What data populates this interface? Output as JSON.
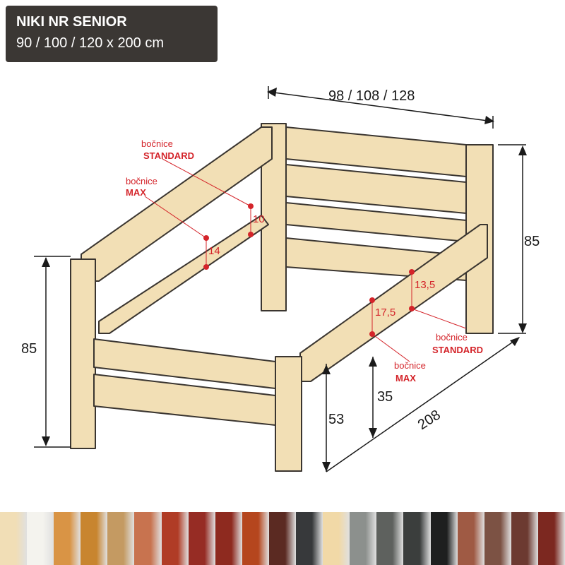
{
  "title": {
    "line1": "NIKI NR SENIOR",
    "line2": "90 / 100 / 120 x 200 cm"
  },
  "dimensions": {
    "width": "98 / 108 / 128",
    "height_head": "85",
    "height_foot": "85",
    "length": "208",
    "leg_height": "53",
    "frame_height": "35",
    "side_gap_standard_left": "10",
    "side_gap_max_left": "14",
    "side_gap_standard_right": "13,5",
    "side_gap_max_right": "17,5"
  },
  "labels": {
    "bocnice": "bočnice",
    "standard": "STANDARD",
    "max": "MAX"
  },
  "colors": {
    "wood": "#f2dfb5",
    "wood_dark": "#c9ae7e",
    "outline": "#3a3530",
    "accent": "#d4242a"
  },
  "swatches": [
    "#f1deb6",
    "#f4f3ee",
    "#d99445",
    "#c8852f",
    "#c49a62",
    "#c8734f",
    "#b03c26",
    "#962c24",
    "#8e2a1f",
    "#b5461e",
    "#5b2a22",
    "#37393b",
    "#f1d9a7",
    "#8c908d",
    "#5e615e",
    "#3b3e3d",
    "#1e1f1f",
    "#9f5a44",
    "#7c5244",
    "#6c3a31",
    "#7c2820"
  ]
}
